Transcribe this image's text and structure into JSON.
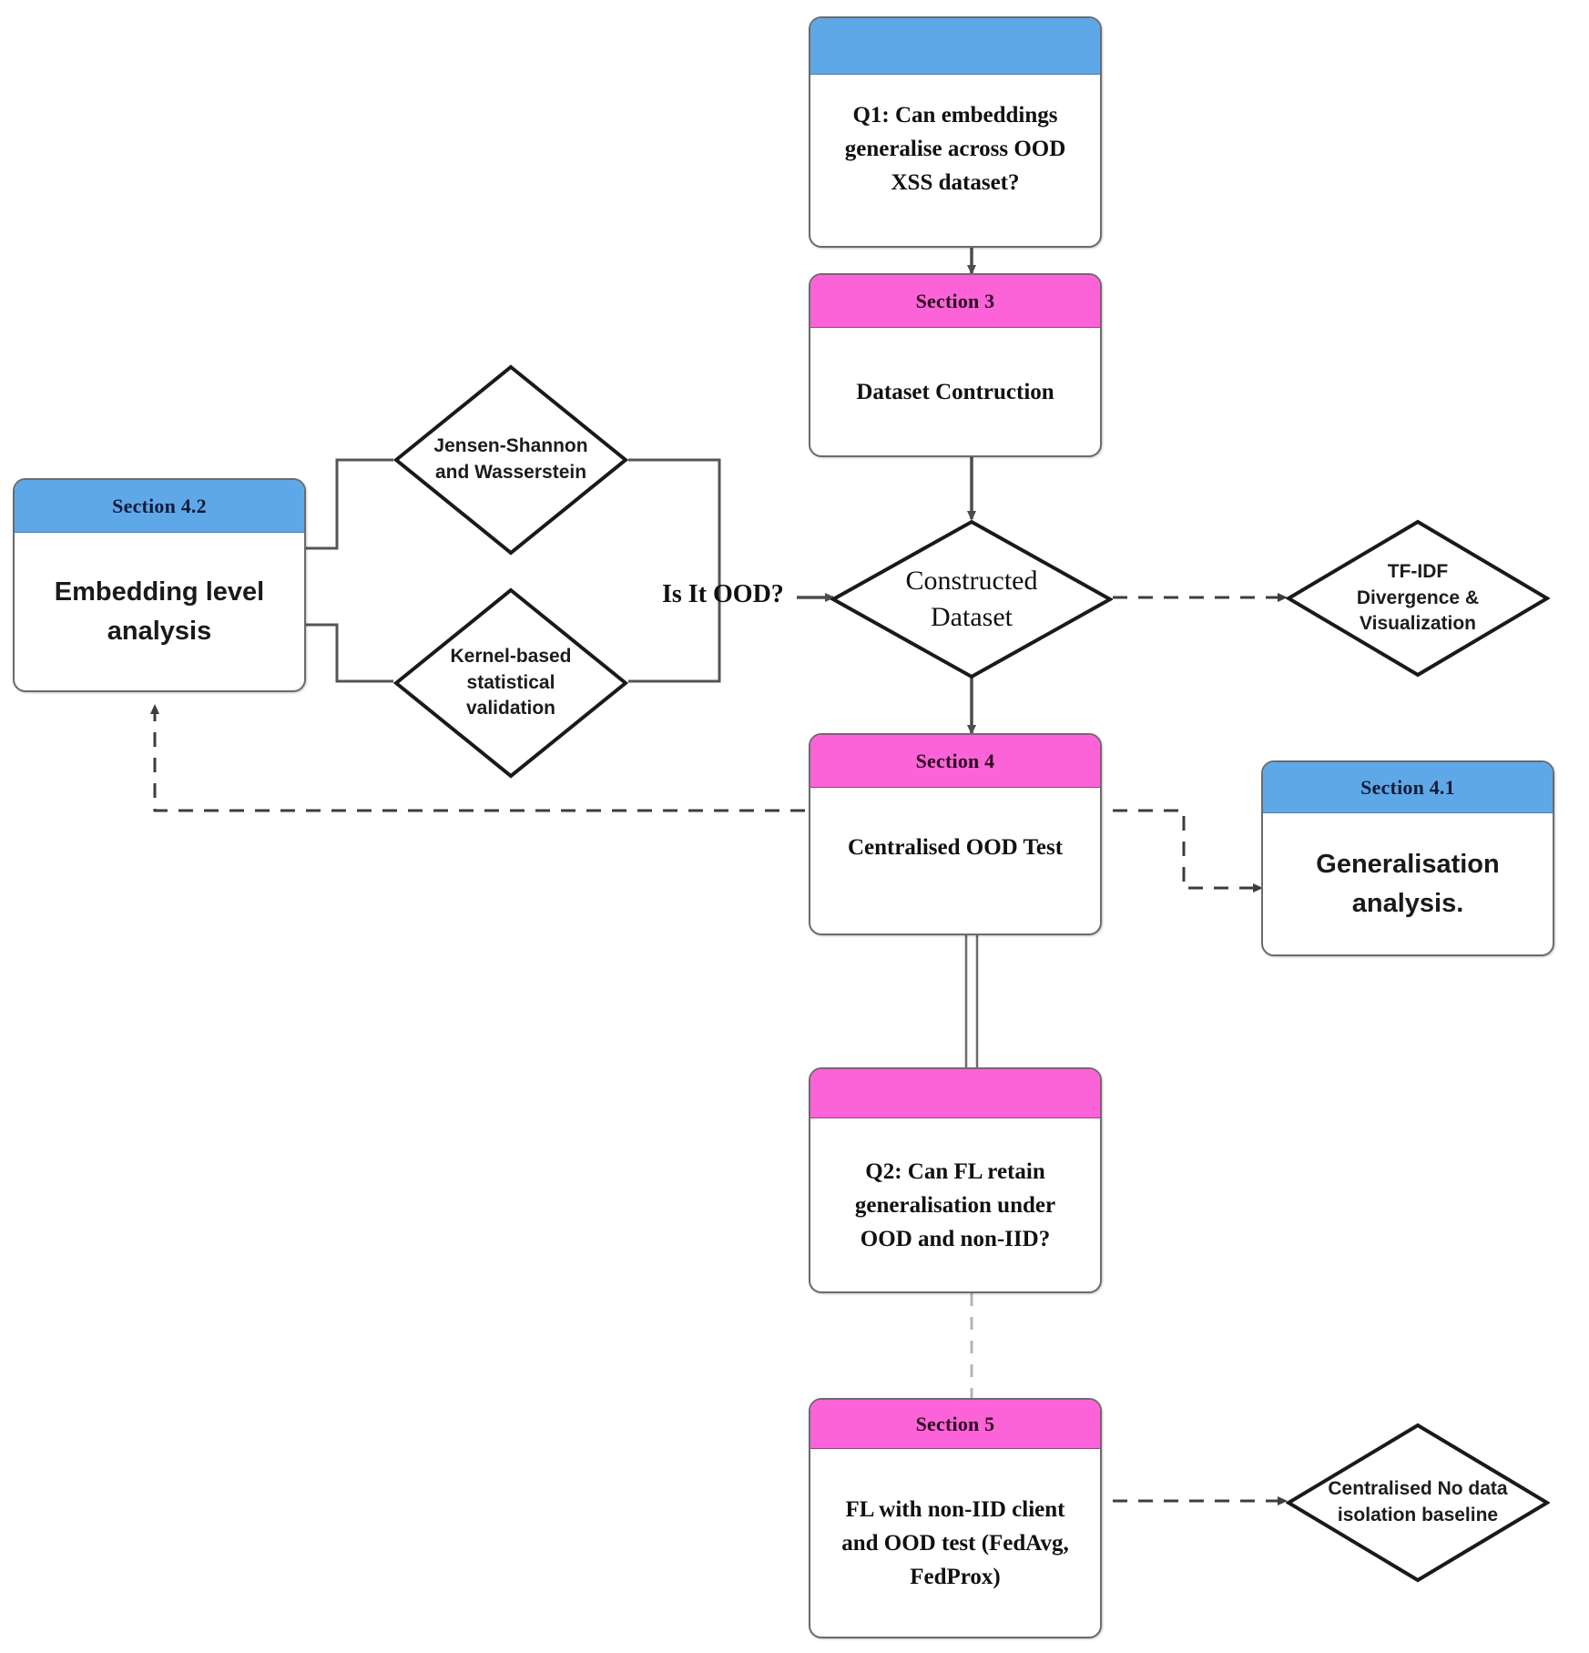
{
  "diagram": {
    "title": "Research methodology flowchart",
    "colors": {
      "header_blue": "#5fa8e8",
      "header_pink": "#fc63d8",
      "edge_gray": "#595959",
      "shape_border": "#6b6b6b",
      "diamond_border": "#1a1a1a"
    },
    "nodes": {
      "q1": {
        "header": "",
        "body": "Q1: Can embeddings generalise across OOD XSS dataset?",
        "header_color": "blue"
      },
      "section3": {
        "header": "Section 3",
        "body": "Dataset Contruction",
        "header_color": "pink"
      },
      "constructed_dataset": {
        "body": "Constructed Dataset"
      },
      "tfidf": {
        "body": "TF-IDF Divergence & Visualization"
      },
      "section42": {
        "header": "Section 4.2",
        "body": "Embedding level analysis",
        "header_color": "blue"
      },
      "jensen": {
        "body": "Jensen-Shannon and Wasserstein"
      },
      "kernel": {
        "body": "Kernel-based statistical validation"
      },
      "section4": {
        "header": "Section 4",
        "body": "Centralised OOD Test",
        "header_color": "pink"
      },
      "section41": {
        "header": "Section 4.1",
        "body": "Generalisation analysis.",
        "header_color": "blue"
      },
      "q2": {
        "header": "",
        "body": "Q2: Can FL retain generalisation under OOD and non-IID?",
        "header_color": "pink"
      },
      "section5": {
        "header": "Section 5",
        "body": "FL with non-IID client and OOD test (FedAvg, FedProx)",
        "header_color": "pink"
      },
      "baseline": {
        "body": "Centralised No data isolation baseline"
      }
    },
    "edge_labels": {
      "is_it_ood": "Is It OOD?"
    }
  }
}
